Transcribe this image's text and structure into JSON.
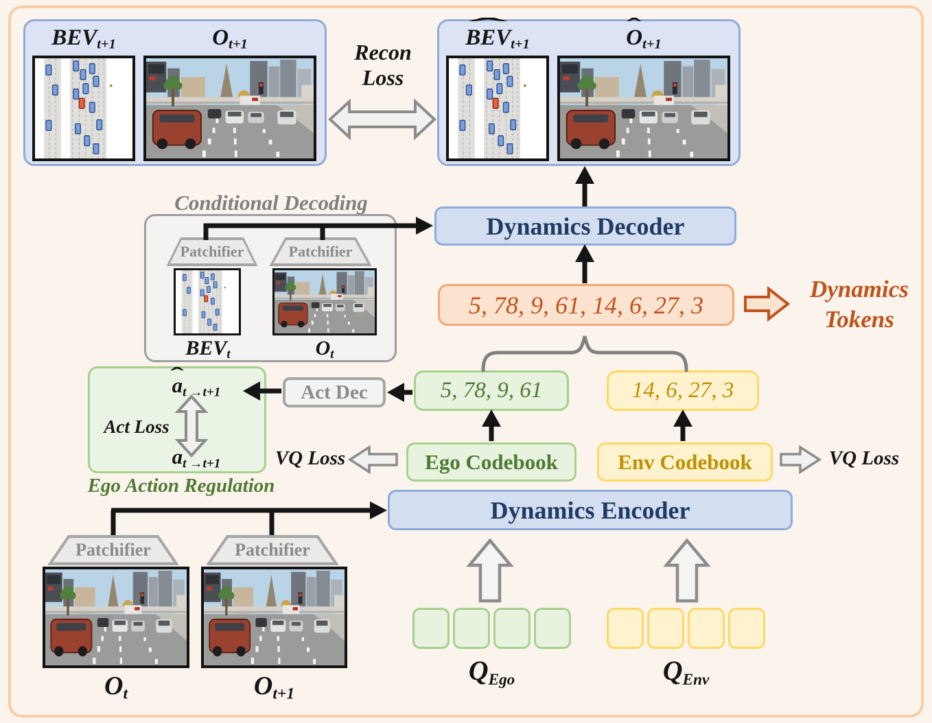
{
  "colors": {
    "background": "#fbf4ed",
    "frame_border": "#f6cda6",
    "blue_fill": "#d9e2f3",
    "blue_border": "#8faadc",
    "blue_text": "#1f3a63",
    "orange_fill": "#fbe3d0",
    "orange_border": "#f1a876",
    "orange_text": "#c0531c",
    "green_fill": "#e7f2df",
    "green_border": "#a8d08d",
    "green_text": "#4f7a33",
    "yellow_fill": "#fff3cf",
    "yellow_border": "#ffd964",
    "yellow_text": "#bf9000",
    "gray_fill": "#f4f3f1",
    "gray_border": "#a6a6a6",
    "gray_text": "#8a8a8a",
    "arrow_black": "#141414"
  },
  "top_left": {
    "bev": {
      "base": "BEV",
      "sub": "t+1"
    },
    "obs": {
      "base": "O",
      "sub": "t+1"
    }
  },
  "recon": {
    "line1": "Recon",
    "line2": "Loss"
  },
  "top_right": {
    "bev": {
      "base": "BEV",
      "sub": "t+1",
      "hat": "ˆ"
    },
    "obs": {
      "base": "O",
      "sub": "t+1",
      "hat": "ˆ"
    }
  },
  "cond": {
    "title": "Conditional Decoding",
    "patchifier": "Patchifier",
    "bev": {
      "base": "BEV",
      "sub": "t"
    },
    "obs": {
      "base": "O",
      "sub": "t"
    }
  },
  "decoder_label": "Dynamics Decoder",
  "tokens_all": "5, 78, 9, 61, 14, 6, 27, 3",
  "tokens_label": {
    "line1": "Dynamics",
    "line2": "Tokens"
  },
  "tokens_ego": "5, 78, 9, 61",
  "tokens_env": "14, 6, 27, 3",
  "act_dec": "Act Dec",
  "regulation": {
    "pred": {
      "base": "a",
      "sub": "t →t+1",
      "hat": "ˆ"
    },
    "loss": "Act Loss",
    "gt": {
      "base": "a",
      "sub": "t →t+1"
    },
    "caption": "Ego Action Regulation"
  },
  "vq_left": "VQ Loss",
  "vq_right": "VQ Loss",
  "ego_codebook": "Ego Codebook",
  "env_codebook": "Env Codebook",
  "encoder_label": "Dynamics Encoder",
  "bottom": {
    "patchifier": "Patchifier",
    "obs_t": {
      "base": "O",
      "sub": "t"
    },
    "obs_t1": {
      "base": "O",
      "sub": "t+1"
    },
    "q_ego": {
      "base": "Q",
      "sub": "Ego"
    },
    "q_env": {
      "base": "Q",
      "sub": "Env"
    }
  }
}
